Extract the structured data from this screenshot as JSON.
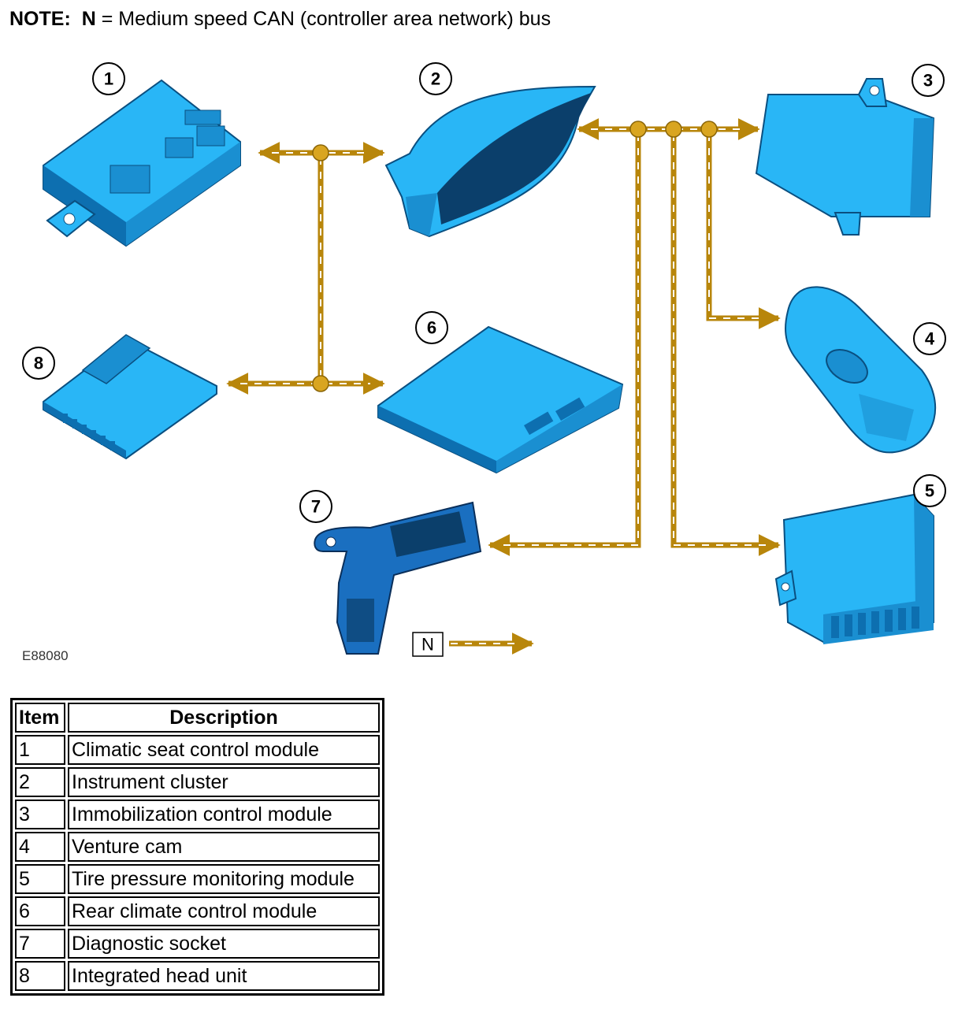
{
  "note": {
    "label": "NOTE:",
    "symbol": "N",
    "text": "= Medium speed CAN (controller area network) bus"
  },
  "diagram": {
    "figure_id": "E88080",
    "legend_symbol": "N",
    "callouts": [
      "1",
      "2",
      "3",
      "4",
      "5",
      "6",
      "7",
      "8"
    ],
    "colors": {
      "bus": "#b8860b",
      "bus_dash": "#ffffff",
      "module": "#29b6f6",
      "module_dark": "#0d6fb0",
      "module_edge": "#0a4f80"
    }
  },
  "table": {
    "headers": [
      "Item",
      "Description"
    ],
    "rows": [
      [
        "1",
        "Climatic seat control module"
      ],
      [
        "2",
        "Instrument cluster"
      ],
      [
        "3",
        "Immobilization control module"
      ],
      [
        "4",
        "Venture cam"
      ],
      [
        "5",
        "Tire pressure monitoring module"
      ],
      [
        "6",
        "Rear climate control module"
      ],
      [
        "7",
        "Diagnostic socket"
      ],
      [
        "8",
        "Integrated head unit"
      ]
    ]
  }
}
